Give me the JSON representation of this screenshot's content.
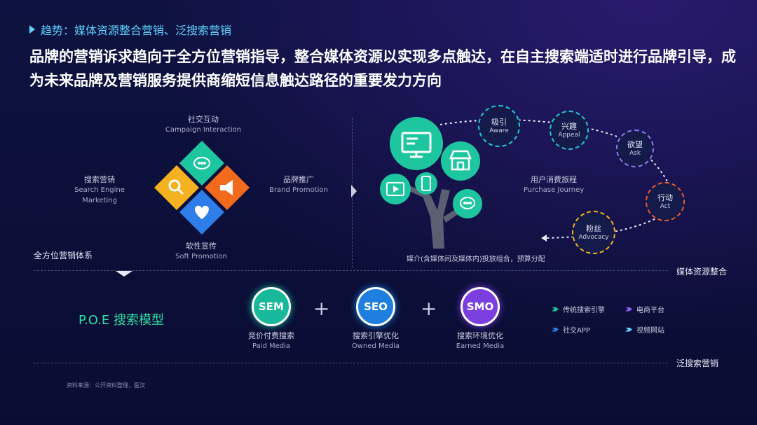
{
  "header": {
    "section": "趋势：媒体资源整合营销、泛搜索营销"
  },
  "headline": "品牌的营销诉求趋向于全方位营销指导，整合媒体资源以实现多点触达，在自主搜索端适时进行品牌引导，成为未来品牌及营销服务提供商缩短信息触达路径的重要发力方向",
  "left_panel": {
    "title": "全方位营销体系",
    "social": {
      "cn": "社交互动",
      "en": "Campaign Interaction",
      "color": "#1ec6a0"
    },
    "search": {
      "cn": "搜索营销",
      "en": "Search Engine Marketing",
      "color": "#f5b220"
    },
    "brand": {
      "cn": "品牌推广",
      "en": "Brand Promotion",
      "color": "#f26a1b"
    },
    "soft": {
      "cn": "软性宣传",
      "en": "Soft Promotion",
      "color": "#2e7de8"
    }
  },
  "right_panel": {
    "journey_cn": "用户消费旅程",
    "journey_en": "Purchase Journey",
    "caption": "媒介(含媒体间及媒体内)投放组合，预算分配",
    "stages": [
      {
        "cn": "吸引",
        "en": "Aware",
        "color": "#22c9d6"
      },
      {
        "cn": "兴趣",
        "en": "Appeal",
        "color": "#22c9d6"
      },
      {
        "cn": "欲望",
        "en": "Ask",
        "color": "#8a7cf0"
      },
      {
        "cn": "行动",
        "en": "Act",
        "color": "#f25a2a"
      },
      {
        "cn": "粉丝",
        "en": "Advocacy",
        "color": "#f5b220"
      }
    ],
    "tree_color": "#1ec6a0"
  },
  "divider_labels": {
    "top": "媒体资源整合",
    "bottom": "泛搜索营销"
  },
  "poe": {
    "title": "P.O.E 搜索模型",
    "plus": "+",
    "badges": [
      {
        "abbr": "SEM",
        "cn": "竞价付费搜索",
        "en": "Paid Media",
        "color": "#18b99a"
      },
      {
        "abbr": "SEO",
        "cn": "搜索引擎优化",
        "en": "Owned Media",
        "color": "#1e7fe0"
      },
      {
        "abbr": "SMO",
        "cn": "搜索环境优化",
        "en": "Earned Media",
        "color": "#7b3fe0"
      }
    ]
  },
  "legend": [
    {
      "label": "传统搜索引擎",
      "color": "#1ec6a0"
    },
    {
      "label": "电商平台",
      "color": "#8a5cf0"
    },
    {
      "label": "社交APP",
      "color": "#2e7de8"
    },
    {
      "label": "视频网站",
      "color": "#5fd3ff"
    }
  ],
  "source": "资料来源：公开资料整理，医汉"
}
